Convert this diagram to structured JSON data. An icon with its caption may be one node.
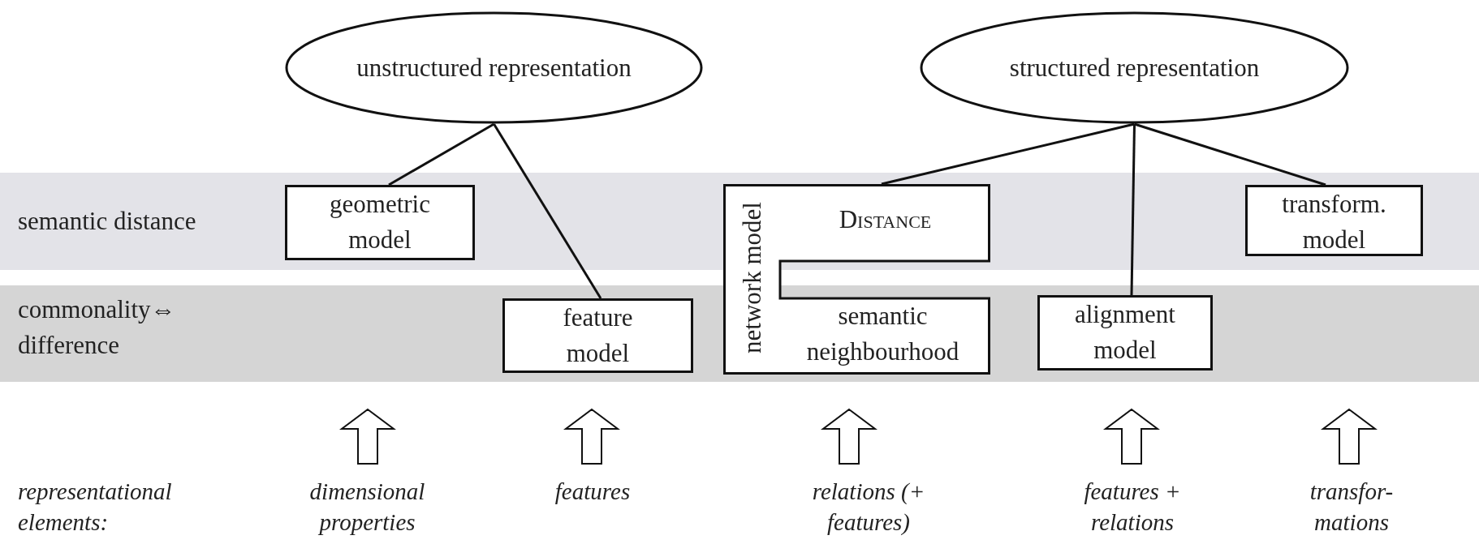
{
  "diagram": {
    "nodes": [
      {
        "text": [
          "unstructured representation"
        ]
      },
      {
        "text": [
          "structured representation"
        ]
      },
      {
        "text": [
          "semantic distance"
        ]
      },
      {
        "text": [
          "commonality⇔ difference"
        ]
      },
      {
        "text": [
          "geometric model"
        ],
        "in": 2
      },
      {
        "text": [
          "feature model"
        ],
        "in": 3
      },
      {
        "text": [
          "network model",
          "Distance",
          "semantic neighbourhood"
        ]
      },
      {
        "text": [
          "alignment model"
        ],
        "in": 3
      },
      {
        "text": [
          "transform. model"
        ],
        "in": 2
      },
      {
        "text": [
          "dimensional properties"
        ]
      },
      {
        "text": [
          "features"
        ]
      },
      {
        "text": [
          "relations (+ features)"
        ]
      },
      {
        "text": [
          "features + relations"
        ]
      },
      {
        "text": [
          "transfor- mations"
        ]
      }
    ],
    "edges": [
      {
        "from": 0,
        "to": 4,
        "arrow": "none"
      },
      {
        "from": 0,
        "to": 5,
        "arrow": "none"
      },
      {
        "from": 1,
        "to": 6,
        "arrow": "none"
      },
      {
        "from": 1,
        "to": 7,
        "arrow": "none"
      },
      {
        "from": 1,
        "to": 8,
        "arrow": "none"
      },
      {
        "from": 9,
        "to": null,
        "arrow": "to"
      },
      {
        "from": 10,
        "to": null,
        "arrow": "to"
      },
      {
        "from": 11,
        "to": null,
        "arrow": "to"
      },
      {
        "from": 12,
        "to": null,
        "arrow": "to"
      },
      {
        "from": 13,
        "to": null,
        "arrow": "to"
      }
    ],
    "labels": [
      "representational elements:"
    ]
  }
}
